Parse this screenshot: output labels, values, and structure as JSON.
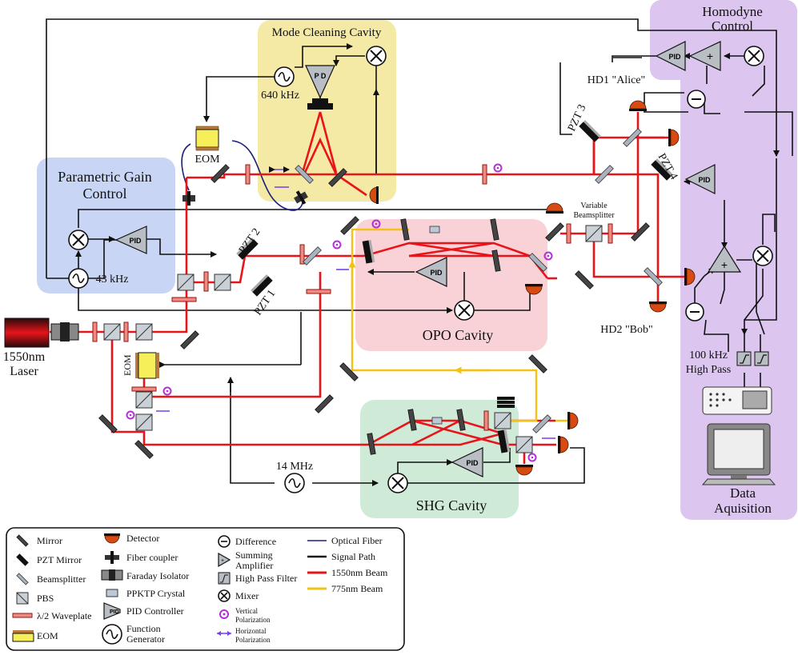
{
  "regions": {
    "homodyne": {
      "title_line1": "Homodyne",
      "title_line2": "Control",
      "color": "#dcc6f0"
    },
    "data": {
      "line1": "Data",
      "line2": "Aquisition"
    },
    "mode_cleaning": {
      "title": "Mode Cleaning Cavity",
      "color": "#f5e9a6"
    },
    "parametric": {
      "title_line1": "Parametric Gain",
      "title_line2": "Control",
      "color": "#c9d5f5"
    },
    "opo": {
      "title": "OPO Cavity",
      "color": "#f9d2d8"
    },
    "shg": {
      "title": "SHG Cavity",
      "color": "#cfead6"
    }
  },
  "labels": {
    "laser_line1": "1550nm",
    "laser_line2": "Laser",
    "eom_top": "EOM",
    "eom_side": "EOM",
    "freq_640": "640 kHz",
    "freq_43": "43 kHz",
    "freq_14": "14 MHz",
    "pzt1": "PZT 1",
    "pzt2": "PZT 2",
    "pzt3": "PZT 3",
    "pzt4": "PZT 4",
    "hd1": "HD1 \"Alice\"",
    "hd2": "HD2 \"Bob\"",
    "vbs_line1": "Variable",
    "vbs_line2": "Beamsplitter",
    "hp_line1": "100 kHz",
    "hp_line2": "High Pass"
  },
  "legend": {
    "col1": [
      "Mirror",
      "PZT Mirror",
      "Beamsplitter",
      "PBS",
      "λ/2 Waveplate",
      "EOM"
    ],
    "col2": [
      "Detector",
      "Fiber coupler",
      "Faraday Isolator",
      "PPKTP Crystal",
      "PID Controller",
      "Function",
      "Generator"
    ],
    "col3": [
      "Difference",
      "Summing",
      "Amplifier",
      "High Pass Filter",
      "Mixer",
      "Vertical",
      "Polarization",
      "Horizontal",
      "Polarization"
    ],
    "col4": [
      "Optical Fiber",
      "Signal Path",
      "1550nm Beam",
      "775nm Beam"
    ]
  },
  "colors": {
    "beam_1550": "#e8141a",
    "beam_775": "#f2c214",
    "fiber": "#1a1f7a",
    "signal": "#111111"
  }
}
